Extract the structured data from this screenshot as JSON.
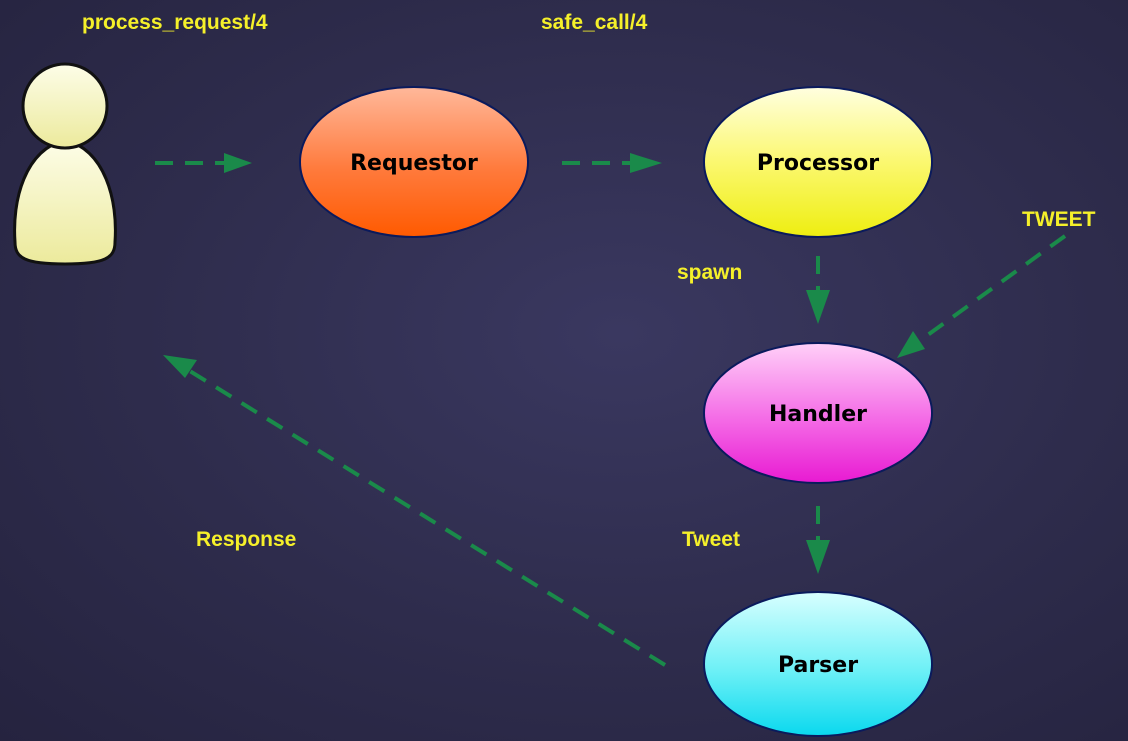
{
  "labels": {
    "process_request": "process_request/4",
    "safe_call": "safe_call/4",
    "spawn": "spawn",
    "tweet_upper": "TWEET",
    "tweet": "Tweet",
    "response": "Response"
  },
  "nodes": {
    "requestor": "Requestor",
    "processor": "Processor",
    "handler": "Handler",
    "parser": "Parser"
  },
  "colors": {
    "label_text": "#f5f02a",
    "arrow": "#1a8a4a",
    "user_fill": "#f8f6c0",
    "requestor_fill": "#ff6a1a",
    "processor_fill": "#f5f21a",
    "handler_fill": "#f03ad8",
    "parser_fill": "#22e4f0"
  },
  "user_icon": "user-icon"
}
